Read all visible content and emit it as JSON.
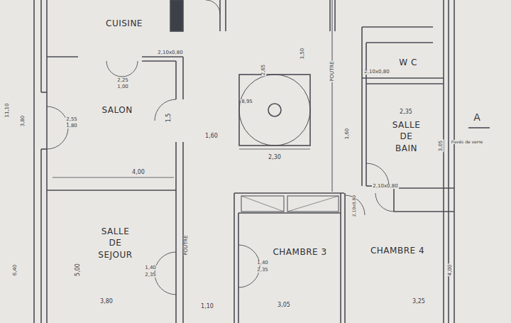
{
  "diagram": {
    "nodes": [
      {
        "text": [
          "CUISINE"
        ]
      },
      {
        "text": [
          "SALON"
        ]
      },
      {
        "text": [
          "W C"
        ]
      },
      {
        "text": [
          "SALLE DE BAIN"
        ]
      },
      {
        "text": [
          "SALLE DE SEJOUR"
        ]
      },
      {
        "text": [
          "CHAMBRE 3"
        ]
      },
      {
        "text": [
          "CHAMBRE 4"
        ]
      }
    ],
    "labels": [
      "2,10x0,80",
      "2,25",
      "1,00",
      "2,55",
      "1,80",
      "1,5",
      "1,60",
      "2,65",
      "1,50",
      "8,95",
      "2,30",
      "POUTRE",
      "1,60",
      "2,10x0,80",
      "2,35",
      "3,05",
      "A",
      "Pavés de verre",
      "4,00",
      "2,10x0,80",
      "2,10x0,80",
      "POUTRE",
      "5,00",
      "1,40",
      "2,35",
      "1,40",
      "2,35",
      "3,80",
      "1,10",
      "3,05",
      "3,25",
      "4,00",
      "3,80",
      "11,10",
      "6,40"
    ]
  }
}
